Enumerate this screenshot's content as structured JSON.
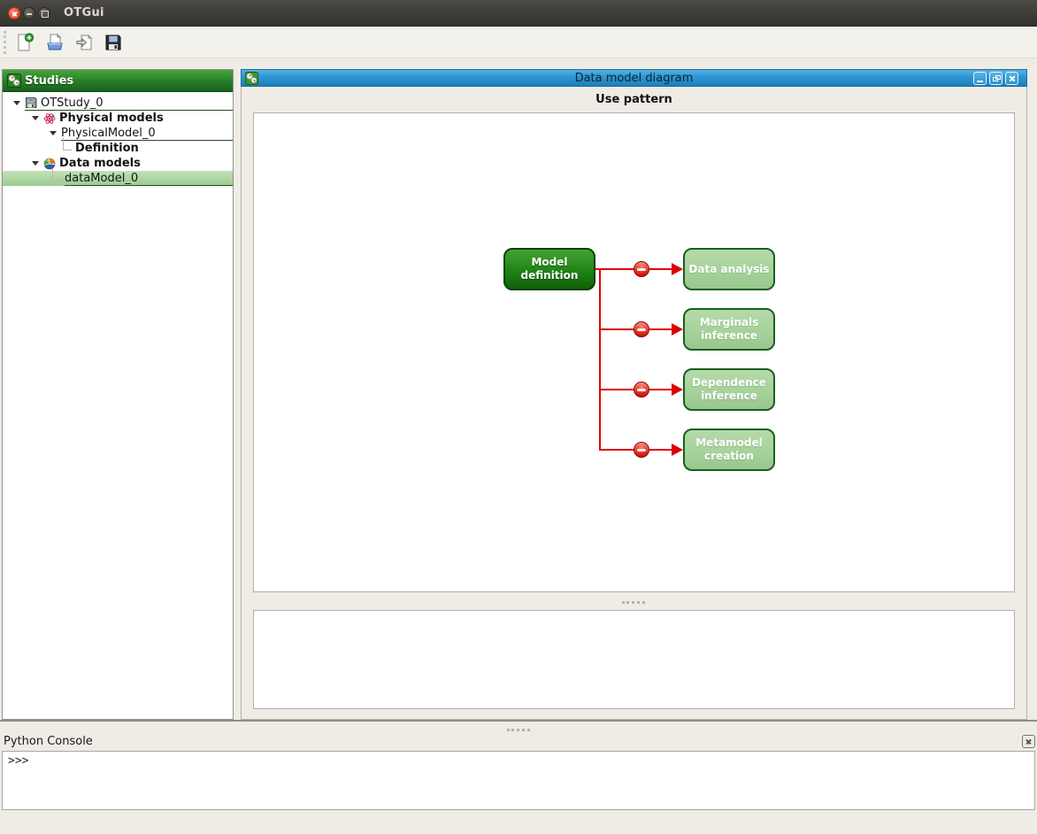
{
  "window": {
    "title": "OTGui",
    "controls": {
      "close": "close",
      "minimize": "minimize",
      "maximize": "maximize"
    }
  },
  "toolbar": {
    "buttons": [
      {
        "name": "new-study",
        "icon": "new-document-icon"
      },
      {
        "name": "open-study",
        "icon": "open-document-icon"
      },
      {
        "name": "import-python-script",
        "icon": "import-script-icon"
      },
      {
        "name": "save-study",
        "icon": "save-icon"
      }
    ]
  },
  "studies": {
    "header": "Studies",
    "items": [
      {
        "label": "OTStudy_0",
        "icon": "study-save-icon",
        "depth": 0,
        "bold": false,
        "underlined": true,
        "selected": false
      },
      {
        "label": "Physical models",
        "icon": "physical-models-icon",
        "depth": 1,
        "bold": true,
        "underlined": false,
        "selected": false
      },
      {
        "label": "PhysicalModel_0",
        "icon": null,
        "depth": 2,
        "bold": false,
        "underlined": true,
        "selected": false
      },
      {
        "label": "Definition",
        "icon": null,
        "depth": 3,
        "bold": true,
        "underlined": false,
        "selected": false
      },
      {
        "label": "Data models",
        "icon": "data-models-icon",
        "depth": 1,
        "bold": true,
        "underlined": false,
        "selected": false
      },
      {
        "label": "dataModel_0",
        "icon": null,
        "depth": 2,
        "bold": false,
        "underlined": true,
        "selected": true
      }
    ]
  },
  "mdi": {
    "icon": "otgui-logo-icon",
    "title": "Data model diagram",
    "buttons": [
      "minimize",
      "restore",
      "close"
    ],
    "heading": "Use pattern"
  },
  "diagram": {
    "source": {
      "label": "Model definition"
    },
    "targets": [
      {
        "label": "Data analysis"
      },
      {
        "label": "Marginals inference"
      },
      {
        "label": "Dependence inference"
      },
      {
        "label": "Metamodel creation"
      }
    ],
    "connector_icon": "no-entry-icon"
  },
  "console": {
    "title": "Python Console",
    "prompt": ">>>"
  },
  "colors": {
    "titlebar_dark": "#3d3b36",
    "ubuntu_orange": "#e4502f",
    "studies_header_green": "#2c8428",
    "selection_green": "#aad49e",
    "mdi_titlebar_blue": "#2d95d2",
    "dark_green_box": "#1f8315",
    "light_green_box": "#a6d19a",
    "connector_red": "#dd0000"
  }
}
